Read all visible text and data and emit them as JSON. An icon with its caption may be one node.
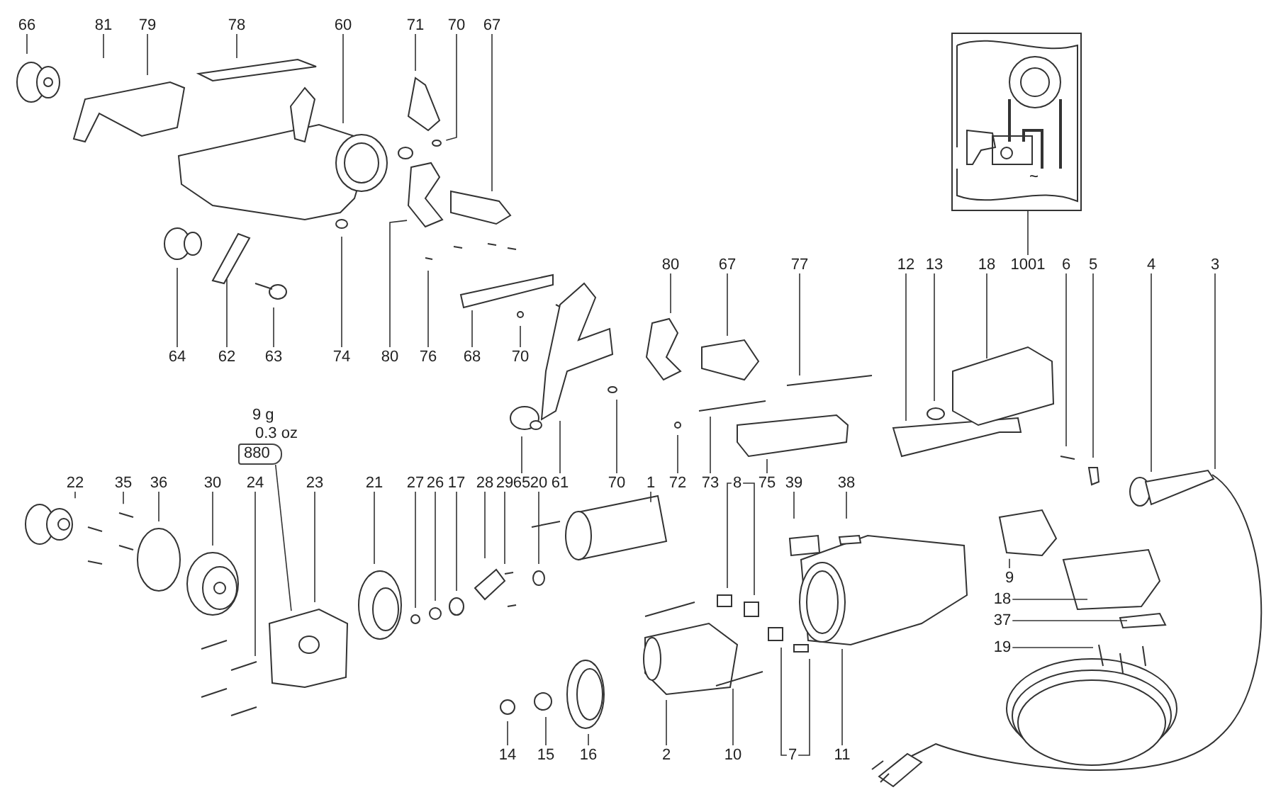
{
  "diagram": {
    "nodes": [
      {
        "text": [
          "66"
        ]
      },
      {
        "text": [
          "81"
        ]
      },
      {
        "text": [
          "79"
        ]
      },
      {
        "text": [
          "78"
        ]
      },
      {
        "text": [
          "60"
        ]
      },
      {
        "text": [
          "71"
        ]
      },
      {
        "text": [
          "70"
        ]
      },
      {
        "text": [
          "67"
        ]
      },
      {
        "text": [
          "~"
        ]
      },
      {
        "text": [
          "64"
        ]
      },
      {
        "text": [
          "62"
        ]
      },
      {
        "text": [
          "63"
        ]
      },
      {
        "text": [
          "74"
        ]
      },
      {
        "text": [
          "80"
        ]
      },
      {
        "text": [
          "76"
        ]
      },
      {
        "text": [
          "68"
        ]
      },
      {
        "text": [
          "70"
        ]
      },
      {
        "text": [
          "80"
        ]
      },
      {
        "text": [
          "67"
        ]
      },
      {
        "text": [
          "77"
        ]
      },
      {
        "text": [
          "12"
        ]
      },
      {
        "text": [
          "13"
        ]
      },
      {
        "text": [
          "18"
        ]
      },
      {
        "text": [
          "1001"
        ]
      },
      {
        "text": [
          "6"
        ]
      },
      {
        "text": [
          "5"
        ]
      },
      {
        "text": [
          "4"
        ]
      },
      {
        "text": [
          "3"
        ]
      },
      {
        "text": [
          "880"
        ],
        "beside": [
          "9 g",
          "0.3 oz"
        ]
      },
      {
        "text": [
          "22"
        ]
      },
      {
        "text": [
          "35"
        ]
      },
      {
        "text": [
          "36"
        ]
      },
      {
        "text": [
          "30"
        ]
      },
      {
        "text": [
          "24"
        ]
      },
      {
        "text": [
          "23"
        ]
      },
      {
        "text": [
          "21"
        ]
      },
      {
        "text": [
          "27"
        ]
      },
      {
        "text": [
          "26"
        ]
      },
      {
        "text": [
          "17"
        ]
      },
      {
        "text": [
          "28"
        ]
      },
      {
        "text": [
          "29"
        ]
      },
      {
        "text": [
          "65"
        ]
      },
      {
        "text": [
          "20"
        ]
      },
      {
        "text": [
          "61"
        ]
      },
      {
        "text": [
          "70"
        ]
      },
      {
        "text": [
          "1"
        ]
      },
      {
        "text": [
          "72"
        ]
      },
      {
        "text": [
          "73"
        ]
      },
      {
        "text": [
          "8"
        ]
      },
      {
        "text": [
          "75"
        ]
      },
      {
        "text": [
          "39"
        ]
      },
      {
        "text": [
          "38"
        ]
      },
      {
        "text": [
          "9"
        ]
      },
      {
        "text": [
          "18"
        ]
      },
      {
        "text": [
          "37"
        ]
      },
      {
        "text": [
          "19"
        ]
      },
      {
        "text": [
          "14"
        ]
      },
      {
        "text": [
          "15"
        ]
      },
      {
        "text": [
          "16"
        ]
      },
      {
        "text": [
          "2"
        ]
      },
      {
        "text": [
          "10"
        ]
      },
      {
        "text": [
          "7"
        ]
      },
      {
        "text": [
          "11"
        ]
      }
    ],
    "edges": [
      {
        "from": 0,
        "to": null,
        "arrow": "none"
      },
      {
        "from": 1,
        "to": null,
        "arrow": "none"
      },
      {
        "from": 2,
        "to": null,
        "arrow": "none"
      },
      {
        "from": 3,
        "to": null,
        "arrow": "none"
      },
      {
        "from": 4,
        "to": null,
        "arrow": "none"
      },
      {
        "from": 5,
        "to": null,
        "arrow": "none"
      },
      {
        "from": 6,
        "to": null,
        "arrow": "none"
      },
      {
        "from": 7,
        "to": null,
        "arrow": "none"
      },
      {
        "from": 9,
        "to": null,
        "arrow": "none"
      },
      {
        "from": 10,
        "to": null,
        "arrow": "none"
      },
      {
        "from": 11,
        "to": null,
        "arrow": "none"
      },
      {
        "from": 12,
        "to": null,
        "arrow": "none"
      },
      {
        "from": 13,
        "to": null,
        "arrow": "none"
      },
      {
        "from": 14,
        "to": null,
        "arrow": "none"
      },
      {
        "from": 15,
        "to": null,
        "arrow": "none"
      },
      {
        "from": 16,
        "to": null,
        "arrow": "none"
      },
      {
        "from": 17,
        "to": null,
        "arrow": "none"
      },
      {
        "from": 18,
        "to": null,
        "arrow": "none"
      },
      {
        "from": 19,
        "to": null,
        "arrow": "none"
      },
      {
        "from": 20,
        "to": null,
        "arrow": "none"
      },
      {
        "from": 21,
        "to": null,
        "arrow": "none"
      },
      {
        "from": 22,
        "to": null,
        "arrow": "none"
      },
      {
        "from": 23,
        "to": 8,
        "arrow": "none"
      },
      {
        "from": 24,
        "to": null,
        "arrow": "none"
      },
      {
        "from": 25,
        "to": null,
        "arrow": "none"
      },
      {
        "from": 26,
        "to": null,
        "arrow": "none"
      },
      {
        "from": 27,
        "to": null,
        "arrow": "none"
      },
      {
        "from": 28,
        "to": null,
        "arrow": "none"
      },
      {
        "from": 29,
        "to": null,
        "arrow": "none"
      },
      {
        "from": 30,
        "to": null,
        "arrow": "none"
      },
      {
        "from": 31,
        "to": null,
        "arrow": "none"
      },
      {
        "from": 32,
        "to": null,
        "arrow": "none"
      },
      {
        "from": 33,
        "to": null,
        "arrow": "none"
      },
      {
        "from": 34,
        "to": null,
        "arrow": "none"
      },
      {
        "from": 35,
        "to": null,
        "arrow": "none"
      },
      {
        "from": 36,
        "to": null,
        "arrow": "none"
      },
      {
        "from": 37,
        "to": null,
        "arrow": "none"
      },
      {
        "from": 38,
        "to": null,
        "arrow": "none"
      },
      {
        "from": 39,
        "to": null,
        "arrow": "none"
      },
      {
        "from": 40,
        "to": null,
        "arrow": "none"
      },
      {
        "from": 41,
        "to": null,
        "arrow": "none"
      },
      {
        "from": 42,
        "to": null,
        "arrow": "none"
      },
      {
        "from": 43,
        "to": null,
        "arrow": "none"
      },
      {
        "from": 44,
        "to": null,
        "arrow": "none"
      },
      {
        "from": 45,
        "to": null,
        "arrow": "none"
      },
      {
        "from": 46,
        "to": null,
        "arrow": "none"
      },
      {
        "from": 47,
        "to": null,
        "arrow": "none"
      },
      {
        "from": 48,
        "to": null,
        "arrow": "none"
      },
      {
        "from": 48,
        "to": null,
        "arrow": "none"
      },
      {
        "from": 49,
        "to": null,
        "arrow": "none"
      },
      {
        "from": 50,
        "to": null,
        "arrow": "none"
      },
      {
        "from": 51,
        "to": null,
        "arrow": "none"
      },
      {
        "from": 52,
        "to": null,
        "arrow": "none"
      },
      {
        "from": 53,
        "to": null,
        "arrow": "none"
      },
      {
        "from": 54,
        "to": null,
        "arrow": "none"
      },
      {
        "from": 55,
        "to": null,
        "arrow": "none"
      },
      {
        "from": 56,
        "to": null,
        "arrow": "none"
      },
      {
        "from": 57,
        "to": null,
        "arrow": "none"
      },
      {
        "from": 58,
        "to": null,
        "arrow": "none"
      },
      {
        "from": 59,
        "to": null,
        "arrow": "none"
      },
      {
        "from": 60,
        "to": null,
        "arrow": "none"
      },
      {
        "from": 61,
        "to": null,
        "arrow": "none"
      },
      {
        "from": 61,
        "to": null,
        "arrow": "none"
      },
      {
        "from": 62,
        "to": null,
        "arrow": "none"
      }
    ]
  }
}
